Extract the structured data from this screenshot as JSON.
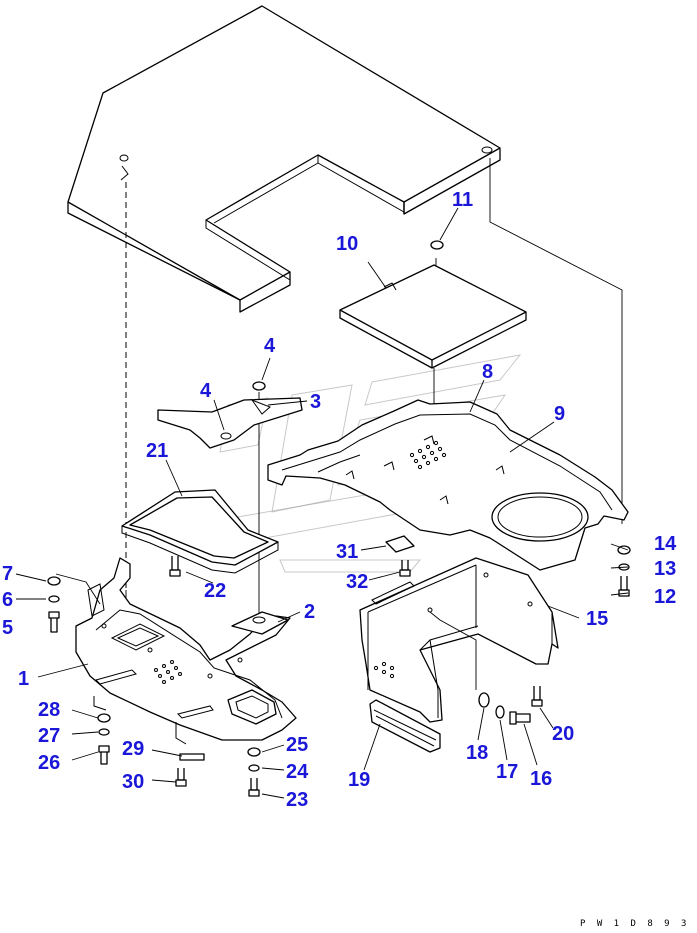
{
  "diagram": {
    "drawing_code": "P W 1 D 8 9 3",
    "callouts": [
      {
        "id": "c1",
        "label": "1"
      },
      {
        "id": "c2",
        "label": "2"
      },
      {
        "id": "c3",
        "label": "3"
      },
      {
        "id": "c4a",
        "label": "4"
      },
      {
        "id": "c4b",
        "label": "4"
      },
      {
        "id": "c5",
        "label": "5"
      },
      {
        "id": "c6",
        "label": "6"
      },
      {
        "id": "c7",
        "label": "7"
      },
      {
        "id": "c8",
        "label": "8"
      },
      {
        "id": "c9",
        "label": "9"
      },
      {
        "id": "c10",
        "label": "10"
      },
      {
        "id": "c11",
        "label": "11"
      },
      {
        "id": "c12",
        "label": "12"
      },
      {
        "id": "c13",
        "label": "13"
      },
      {
        "id": "c14",
        "label": "14"
      },
      {
        "id": "c15",
        "label": "15"
      },
      {
        "id": "c16",
        "label": "16"
      },
      {
        "id": "c17",
        "label": "17"
      },
      {
        "id": "c18",
        "label": "18"
      },
      {
        "id": "c19",
        "label": "19"
      },
      {
        "id": "c20",
        "label": "20"
      },
      {
        "id": "c21",
        "label": "21"
      },
      {
        "id": "c22",
        "label": "22"
      },
      {
        "id": "c23",
        "label": "23"
      },
      {
        "id": "c24",
        "label": "24"
      },
      {
        "id": "c25",
        "label": "25"
      },
      {
        "id": "c26",
        "label": "26"
      },
      {
        "id": "c27",
        "label": "27"
      },
      {
        "id": "c28",
        "label": "28"
      },
      {
        "id": "c29",
        "label": "29"
      },
      {
        "id": "c30",
        "label": "30"
      },
      {
        "id": "c31",
        "label": "31"
      },
      {
        "id": "c32",
        "label": "32"
      }
    ],
    "colors": {
      "callout": "#1a17d8",
      "line": "#000000",
      "background": "#ffffff",
      "watermark": "#9a9a9a"
    }
  }
}
